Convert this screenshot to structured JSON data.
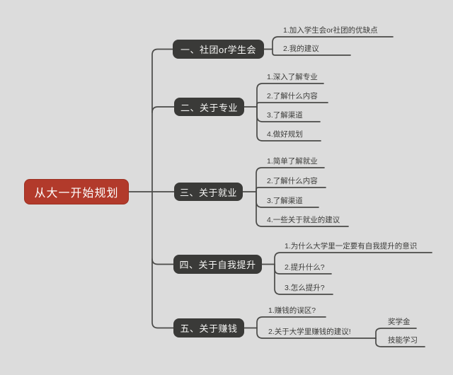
{
  "mindmap": {
    "root": {
      "label": "从大一开始规划"
    },
    "branches": [
      {
        "label": "一、社团or学生会",
        "children": [
          {
            "label": "1.加入学生会or社团的优缺点"
          },
          {
            "label": "2.我的建议"
          }
        ]
      },
      {
        "label": "二、关于专业",
        "children": [
          {
            "label": "1.深入了解专业"
          },
          {
            "label": "2.了解什么内容"
          },
          {
            "label": "3.了解渠道"
          },
          {
            "label": "4.做好规划"
          }
        ]
      },
      {
        "label": "三、关于就业",
        "children": [
          {
            "label": "1.简单了解就业"
          },
          {
            "label": "2.了解什么内容"
          },
          {
            "label": "3.了解渠道"
          },
          {
            "label": "4.一些关于就业的建议"
          }
        ]
      },
      {
        "label": "四、关于自我提升",
        "children": [
          {
            "label": "1.为什么大学里一定要有自我提升的意识"
          },
          {
            "label": "2.提升什么?"
          },
          {
            "label": "3.怎么提升?"
          }
        ]
      },
      {
        "label": "五、关于赚钱",
        "children": [
          {
            "label": "1.赚钱的误区?"
          },
          {
            "label": "2.关于大学里赚钱的建议!",
            "children": [
              {
                "label": "奖学金"
              },
              {
                "label": "技能学习"
              }
            ]
          }
        ]
      }
    ],
    "colors": {
      "background": "#dcdcdc",
      "root_bg": "#b23a2b",
      "branch_bg": "#3a3a38",
      "line": "#4a4a48",
      "leaf_text": "#3c3c3a"
    }
  }
}
